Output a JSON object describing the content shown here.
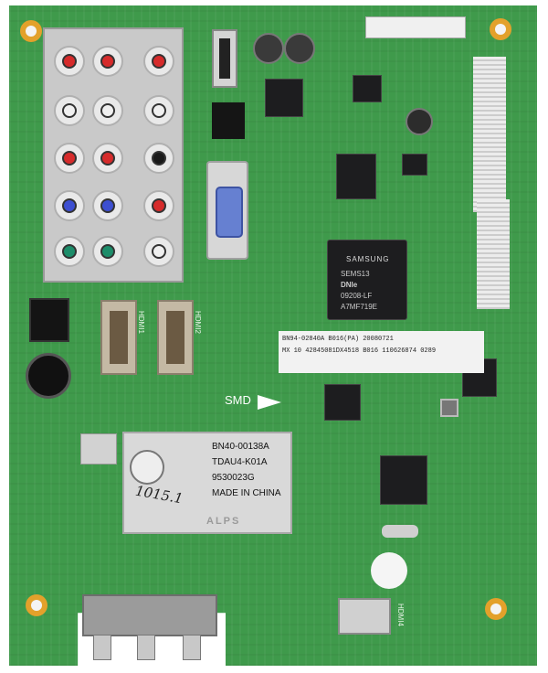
{
  "chip_main": {
    "brand": "SAMSUNG",
    "line1": "SEMS13",
    "line2": "DNIe",
    "line3": "09208-LF",
    "line4": "A7MF719E"
  },
  "sticker": {
    "line1": "BN94-02840A   B016(PA)   20080721",
    "line2": "MX 10 42845081DX4518 B016 110626874 0289"
  },
  "tuner": {
    "line1": "BN40-00138A",
    "line2": "TDAU4-K01A",
    "line3": "9530023G",
    "line4": "MADE IN CHINA",
    "brand": "ALPS"
  },
  "silkscreen": {
    "smd": "SMD",
    "hdmi1": "HDMI1",
    "hdmi2": "HDMI2",
    "hdmi4": "HDMI4",
    "handwriting": "1015.1"
  },
  "colors": {
    "board": "#3f9a4b",
    "jack_red": "#d62b2b",
    "jack_white": "#f0f0f0",
    "jack_blue": "#3d4fd1",
    "jack_green": "#1d8d6a",
    "jack_black": "#1a1a1a"
  }
}
